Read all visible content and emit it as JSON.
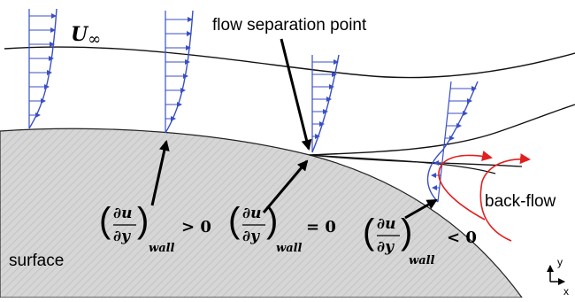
{
  "labels": {
    "u_infinity": "U",
    "u_infinity_sub": "∞",
    "flow_separation": "flow separation point",
    "back_flow": "back-flow",
    "surface": "surface",
    "axis_y": "y",
    "axis_x": "x"
  },
  "gradients": [
    {
      "numerator": "∂u",
      "denominator": "∂y",
      "subscript": "wall",
      "relation": "> 0"
    },
    {
      "numerator": "∂u",
      "denominator": "∂y",
      "subscript": "wall",
      "relation": "= 0"
    },
    {
      "numerator": "∂u",
      "denominator": "∂y",
      "subscript": "wall",
      "relation": "< 0"
    }
  ],
  "colors": {
    "profile": "#3a4fc4",
    "backflow": "#e02020",
    "streamline": "#111111",
    "surface_fill": "#d6d6d6",
    "hatch": "#b8b8b8"
  }
}
